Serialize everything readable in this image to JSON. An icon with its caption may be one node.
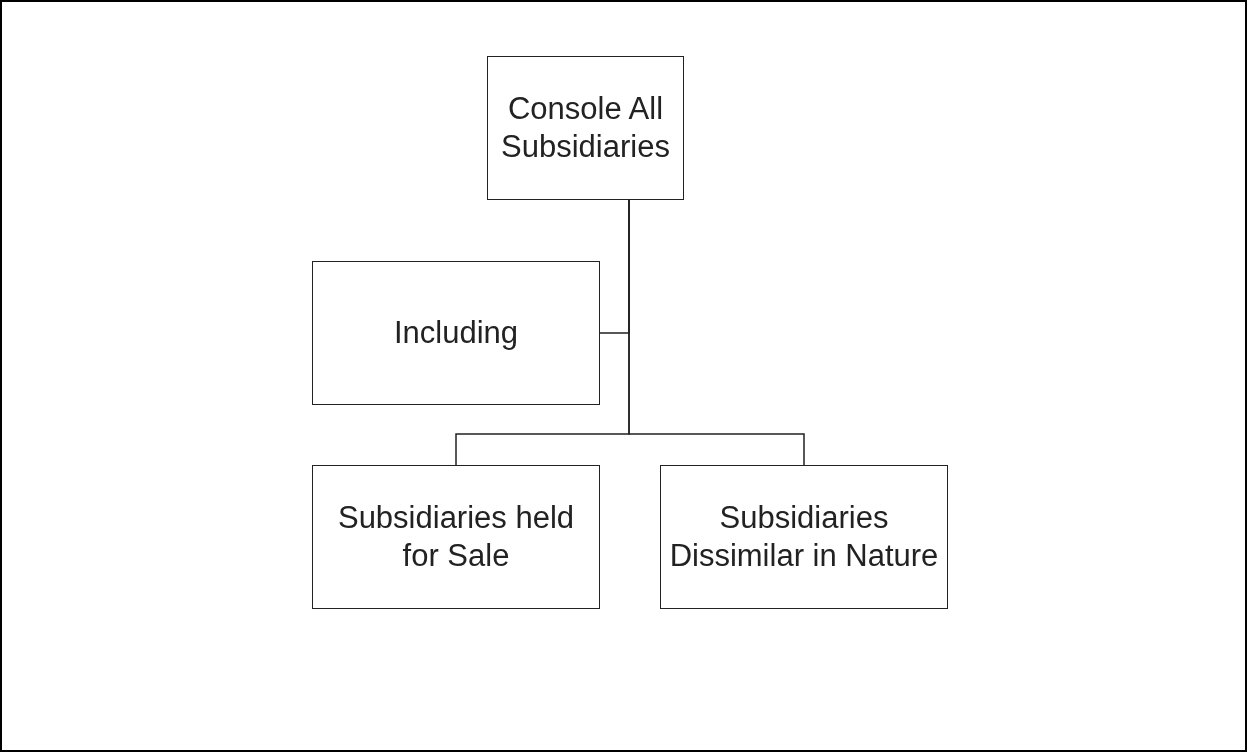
{
  "diagram": {
    "nodes": [
      {
        "text": [
          "Console All Subsidiaries"
        ]
      },
      {
        "text": [
          "Including"
        ]
      },
      {
        "text": [
          "Subsidiaries held for Sale"
        ]
      },
      {
        "text": [
          "Subsidiaries Dissimilar in Nature"
        ]
      }
    ],
    "edges": [
      {
        "from": 0,
        "to": 1,
        "arrow": "none"
      },
      {
        "from": 0,
        "to": 2,
        "arrow": "none"
      },
      {
        "from": 0,
        "to": 3,
        "arrow": "none"
      }
    ]
  }
}
